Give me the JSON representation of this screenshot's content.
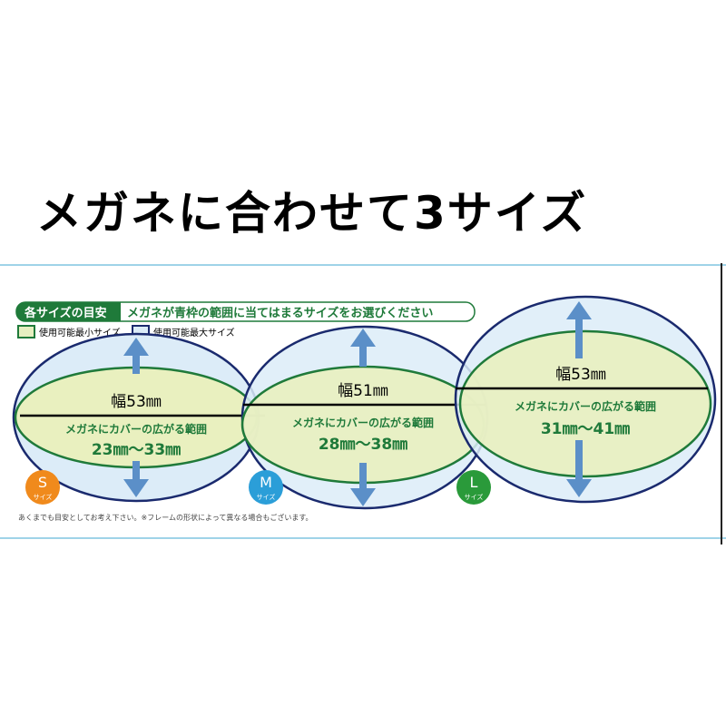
{
  "title": "メガネに合わせて3サイズ",
  "header": {
    "label": "各サイズの目安",
    "text": "メガネが青枠の範囲に当てはまるサイズをお選びください"
  },
  "legend": [
    {
      "label": "使用可能最小サイズ",
      "color": "#e6efc0"
    },
    {
      "label": "使用可能最大サイズ",
      "color": "#dcecf8"
    }
  ],
  "sizes": [
    {
      "badge": "S",
      "badge_sub": "サイズ",
      "badge_color": "#f08a1c",
      "width": "幅53㎜",
      "cover_label": "メガネにカバーの広がる範囲",
      "range": "23㎜～33㎜"
    },
    {
      "badge": "M",
      "badge_sub": "サイズ",
      "badge_color": "#2b9ed8",
      "width": "幅51㎜",
      "cover_label": "メガネにカバーの広がる範囲",
      "range": "28㎜～38㎜"
    },
    {
      "badge": "L",
      "badge_sub": "サイズ",
      "badge_color": "#2a9a3a",
      "width": "幅53㎜",
      "cover_label": "メガネにカバーの広がる範囲",
      "range": "31㎜～41㎜"
    }
  ],
  "footnote": "あくまでも目安としてお考え下さい。※フレームの形状によって異なる場合もございます。",
  "colors": {
    "green": "#1f7a3a",
    "navy": "#1a2a6e",
    "arrow": "#5b8fc8"
  }
}
